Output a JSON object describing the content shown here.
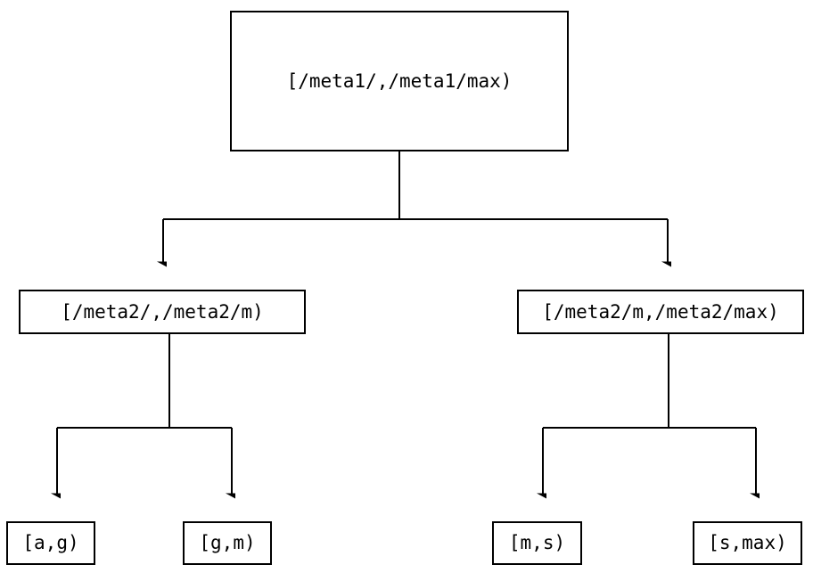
{
  "diagram": {
    "type": "tree",
    "title": "",
    "background_color": "#ffffff",
    "line_color": "#000000",
    "text_color": "#000000",
    "nodes": {
      "root": {
        "label": "[/meta1/,/meta1/max)",
        "level": 1
      },
      "level2": [
        {
          "label": "[/meta2/,/meta2/m)",
          "level": 2
        },
        {
          "label": "[/meta2/m,/meta2/max)",
          "level": 2
        }
      ],
      "leaves": [
        {
          "label": "[a,g)",
          "level": 3
        },
        {
          "label": "[g,m)",
          "level": 3
        },
        {
          "label": "[m,s)",
          "level": 3
        },
        {
          "label": "[s,max)",
          "level": 3
        }
      ]
    },
    "edges": [
      {
        "from": "root",
        "to": "[/meta2/,/meta2/m)",
        "arrow": "down"
      },
      {
        "from": "root",
        "to": "[/meta2/m,/meta2/max)",
        "arrow": "down"
      },
      {
        "from": "[/meta2/,/meta2/m)",
        "to": "[a,g)",
        "arrow": "down"
      },
      {
        "from": "[/meta2/,/meta2/m)",
        "to": "[g,m)",
        "arrow": "down"
      },
      {
        "from": "[/meta2/m,/meta2/max)",
        "to": "[m,s)",
        "arrow": "down"
      },
      {
        "from": "[/meta2/m,/meta2/max)",
        "to": "[s,max)",
        "arrow": "down"
      }
    ]
  }
}
